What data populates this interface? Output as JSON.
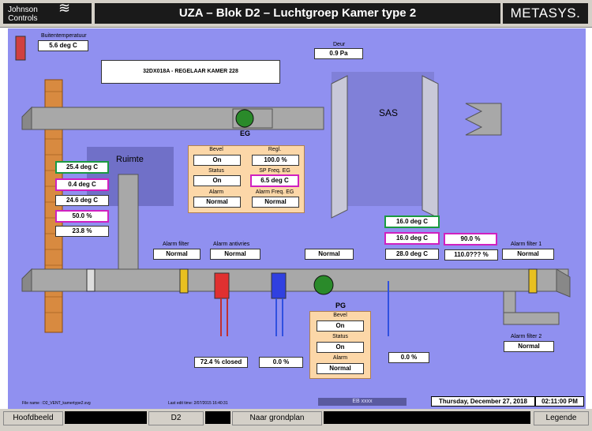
{
  "header": {
    "logo_line1": "Johnson",
    "logo_line2": "Controls",
    "title": "UZA – Blok D2 – Luchtgroep Kamer type 2",
    "brand": "METASYS."
  },
  "outside": {
    "label": "Buitentemperatuur",
    "value": "5.6 deg C"
  },
  "controller": "32DX018A - REGELAAR KAMER 228",
  "door": {
    "label": "Deur",
    "value": "0.9 Pa"
  },
  "sas_label": "SAS",
  "room_label": "Ruimte",
  "eg": {
    "label": "EG",
    "bevel_label": "Bevel",
    "bevel": "On",
    "regl_label": "Regl.",
    "regl": "100.0 %",
    "status_label": "Status",
    "status": "On",
    "sp_label": "SP Freq. EG",
    "sp": "6.5 deg C",
    "alarm_label": "Alarm",
    "alarm": "Normal",
    "alarm_freq_label": "Alarm Freq. EG",
    "alarm_freq": "Normal"
  },
  "left_values": [
    "25.4 deg C",
    "0.4 deg C",
    "24.6 deg C",
    "50.0 %",
    "23.8 %"
  ],
  "alarm_filter": {
    "label": "Alarm filter",
    "value": "Normal"
  },
  "alarm_antivries": {
    "label": "Alarm antivries",
    "value": "Normal"
  },
  "mid_normal": "Normal",
  "supply": {
    "t1": "16.0 deg C",
    "t2": "16.0 deg C",
    "t3": "28.0 deg C",
    "h1": "90.0 %",
    "h2": "110.0??? %"
  },
  "alarm_filter1": {
    "label": "Alarm filter 1",
    "value": "Normal"
  },
  "alarm_filter2": {
    "label": "Alarm filter 2",
    "value": "Normal"
  },
  "pg": {
    "label": "PG",
    "bevel_label": "Bevel",
    "bevel": "On",
    "status_label": "Status",
    "status": "On",
    "alarm_label": "Alarm",
    "alarm": "Normal"
  },
  "valves": {
    "heat": "72.4 % closed",
    "cool": "0.0 %",
    "humid": "0.0 %"
  },
  "footer": {
    "file": "File name :   D2_VENT_kamertype2.svg",
    "edit": "Last edit time:    2/07/2015 16:40:31",
    "eb": "EB xxxx",
    "date": "Thursday, December 27, 2018",
    "time": "02:11:00 PM"
  },
  "nav": {
    "home": "Hoofdbeeld",
    "d2": "D2",
    "grondplan": "Naar grondplan",
    "legend": "Legende"
  },
  "colors": {
    "canvas": "#9090f0",
    "panel": "#fcd7a8",
    "green_border": "#1a9a40",
    "magenta_border": "#d020c0"
  }
}
